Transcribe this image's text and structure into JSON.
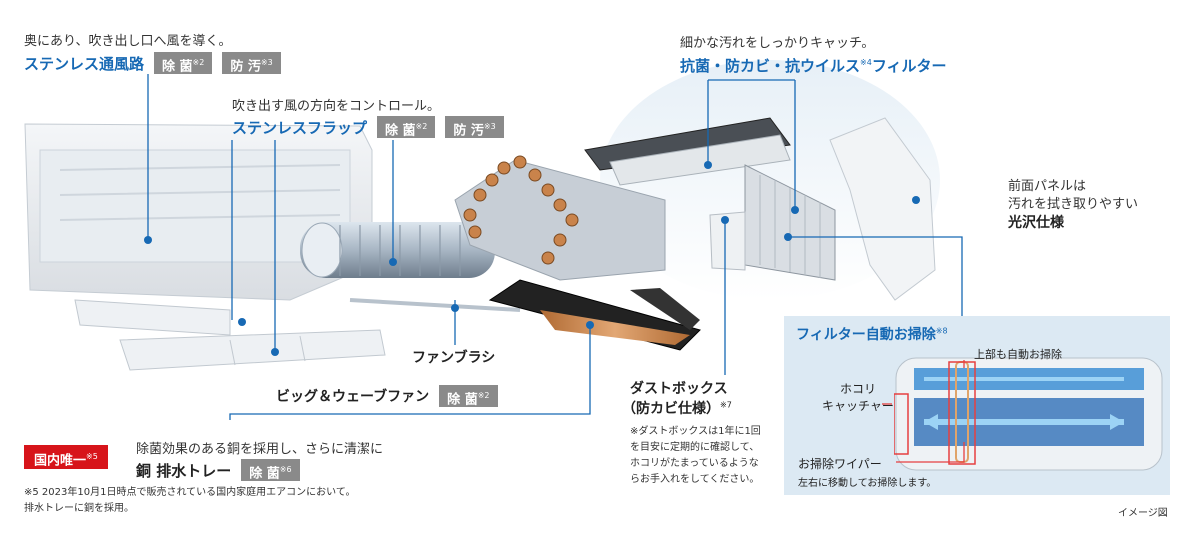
{
  "callouts": {
    "duct_desc": "奥にあり、吹き出し口へ風を導く。",
    "duct_title": "ステンレス通風路",
    "duct_tag1": "除 菌",
    "duct_tag1_note": "※2",
    "duct_tag2": "防 汚",
    "duct_tag2_note": "※3",
    "flap_desc": "吹き出す風の方向をコントロール。",
    "flap_title": "ステンレスフラップ",
    "flap_tag1": "除 菌",
    "flap_tag1_note": "※2",
    "flap_tag2": "防 汚",
    "flap_tag2_note": "※3",
    "filter_desc": "細かな汚れをしっかりキャッチ。",
    "filter_title_a": "抗菌・防カビ・抗ウイルス",
    "filter_title_note": "※4",
    "filter_title_b": "フィルター",
    "panel_desc_1": "前面パネルは",
    "panel_desc_2": "汚れを拭き取りやすい",
    "panel_title": "光沢仕様",
    "fan_brush": "ファンブラシ",
    "fan_label": "ビッグ＆ウェーブファン",
    "fan_tag": "除 菌",
    "fan_tag_note": "※2",
    "dustbox_1": "ダストボックス",
    "dustbox_2": "（防カビ仕様）",
    "dustbox_note": "※7",
    "dustbox_sub_1": "※ダストボックスは1年に1回",
    "dustbox_sub_2": "を目安に定期的に確認して、",
    "dustbox_sub_3": "ホコリがたまっているような",
    "dustbox_sub_4": "らお手入れをしてください。",
    "tray_badge": "国内唯一",
    "tray_badge_note": "※5",
    "tray_desc": "除菌効果のある銅を採用し、さらに清潔に",
    "tray_title": "銅 排水トレー",
    "tray_tag": "除 菌",
    "tray_tag_note": "※6",
    "footnote_1": "※5 2023年10月1日時点で販売されている国内家庭用エアコンにおいて。",
    "footnote_2": "排水トレーに銅を採用。",
    "image_note": "イメージ図"
  },
  "inset": {
    "title": "フィルター自動お掃除",
    "title_note": "※8",
    "top_label": "上部も自動お掃除",
    "dust_catcher_1": "ホコリ",
    "dust_catcher_2": "キャッチャー",
    "wiper": "お掃除ワイパー",
    "wiper_desc": "左右に移動してお掃除します。"
  },
  "colors": {
    "accent_blue": "#1769b4",
    "tag_gray": "#8a8a8a",
    "badge_red": "#d7141a",
    "inset_bg": "#dce9f3",
    "copper": "#c9834b"
  }
}
